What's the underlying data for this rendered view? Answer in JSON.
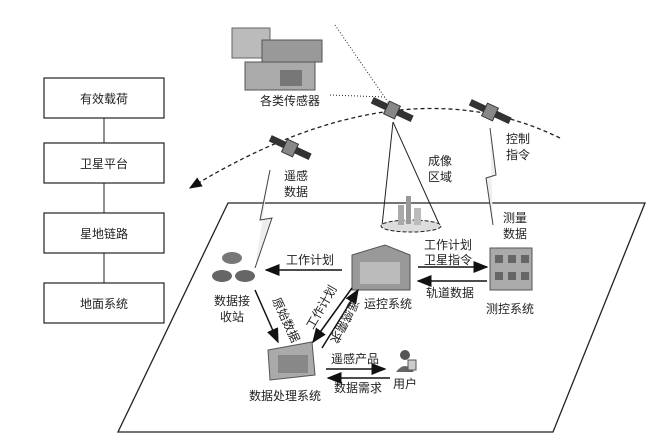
{
  "layers": [
    {
      "label": "有效载荷"
    },
    {
      "label": "卫星平台"
    },
    {
      "label": "星地链路"
    },
    {
      "label": "地面系统"
    }
  ],
  "labels": {
    "sensors": "各类传感器",
    "remote_data_1": "遥感",
    "remote_data_2": "数据",
    "imaging_1": "成像",
    "imaging_2": "区域",
    "control_1": "控制",
    "control_2": "指令",
    "measure_1": "测量",
    "measure_2": "数据",
    "station_1": "数据接",
    "station_2": "收站",
    "ops": "运控系统",
    "ttc": "测控系统",
    "processing": "数据处理系统",
    "user": "用户",
    "plan_to_station": "工作计划",
    "plan_to_ttc": "工作计划",
    "sat_cmd": "卫星指令",
    "orbit_data": "轨道数据",
    "raw_data": "原始数据",
    "plan_to_proc": "工作计划",
    "rs_demand": "遥感需求",
    "rs_product": "遥感产品",
    "data_demand": "数据需求"
  }
}
